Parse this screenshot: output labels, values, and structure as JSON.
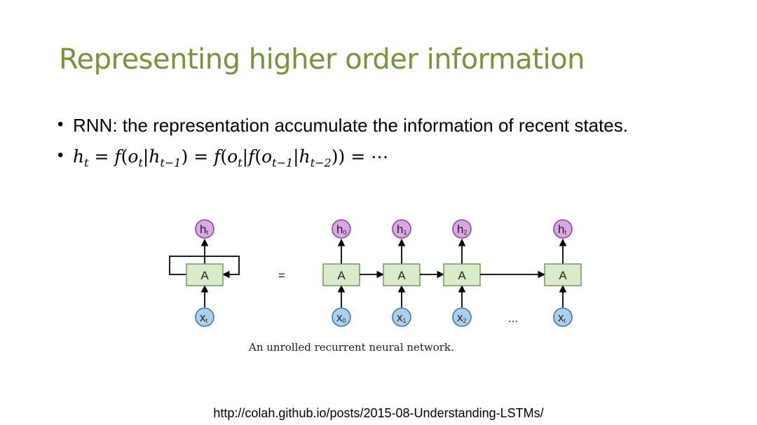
{
  "title": "Representing higher order information",
  "bullets": [
    {
      "text": "RNN: the representation accumulate the information of recent states."
    }
  ],
  "equation": {
    "lhs": "h",
    "lhs_sub": "t",
    "eq1": " = ",
    "f1": "f",
    "o1": "o",
    "o1_sub": "t",
    "bar1": "|",
    "h2": "h",
    "h2_sub": "t−1",
    "eq2": " = ",
    "f2": "f",
    "o2": "o",
    "o2_sub": "t",
    "bar2": "|",
    "f3": "f",
    "o3": "o",
    "o3_sub": "t−1",
    "bar3": "|",
    "h4": "h",
    "h4_sub": "t−2",
    "eq3": " = ⋯"
  },
  "diagram": {
    "rolled": {
      "h": "h",
      "h_sub": "t",
      "a": "A",
      "x": "x",
      "x_sub": "t"
    },
    "equals": "=",
    "unrolled": [
      {
        "h": "h",
        "h_sub": "0",
        "a": "A",
        "x": "x",
        "x_sub": "0"
      },
      {
        "h": "h",
        "h_sub": "1",
        "a": "A",
        "x": "x",
        "x_sub": "1"
      },
      {
        "h": "h",
        "h_sub": "2",
        "a": "A",
        "x": "x",
        "x_sub": "2"
      },
      {
        "h": "h",
        "h_sub": "t",
        "a": "A",
        "x": "x",
        "x_sub": "t"
      }
    ],
    "ellipsis": "...",
    "caption": "An unrolled recurrent neural network."
  },
  "source_url": "http://colah.github.io/posts/2015-08-Understanding-LSTMs/"
}
